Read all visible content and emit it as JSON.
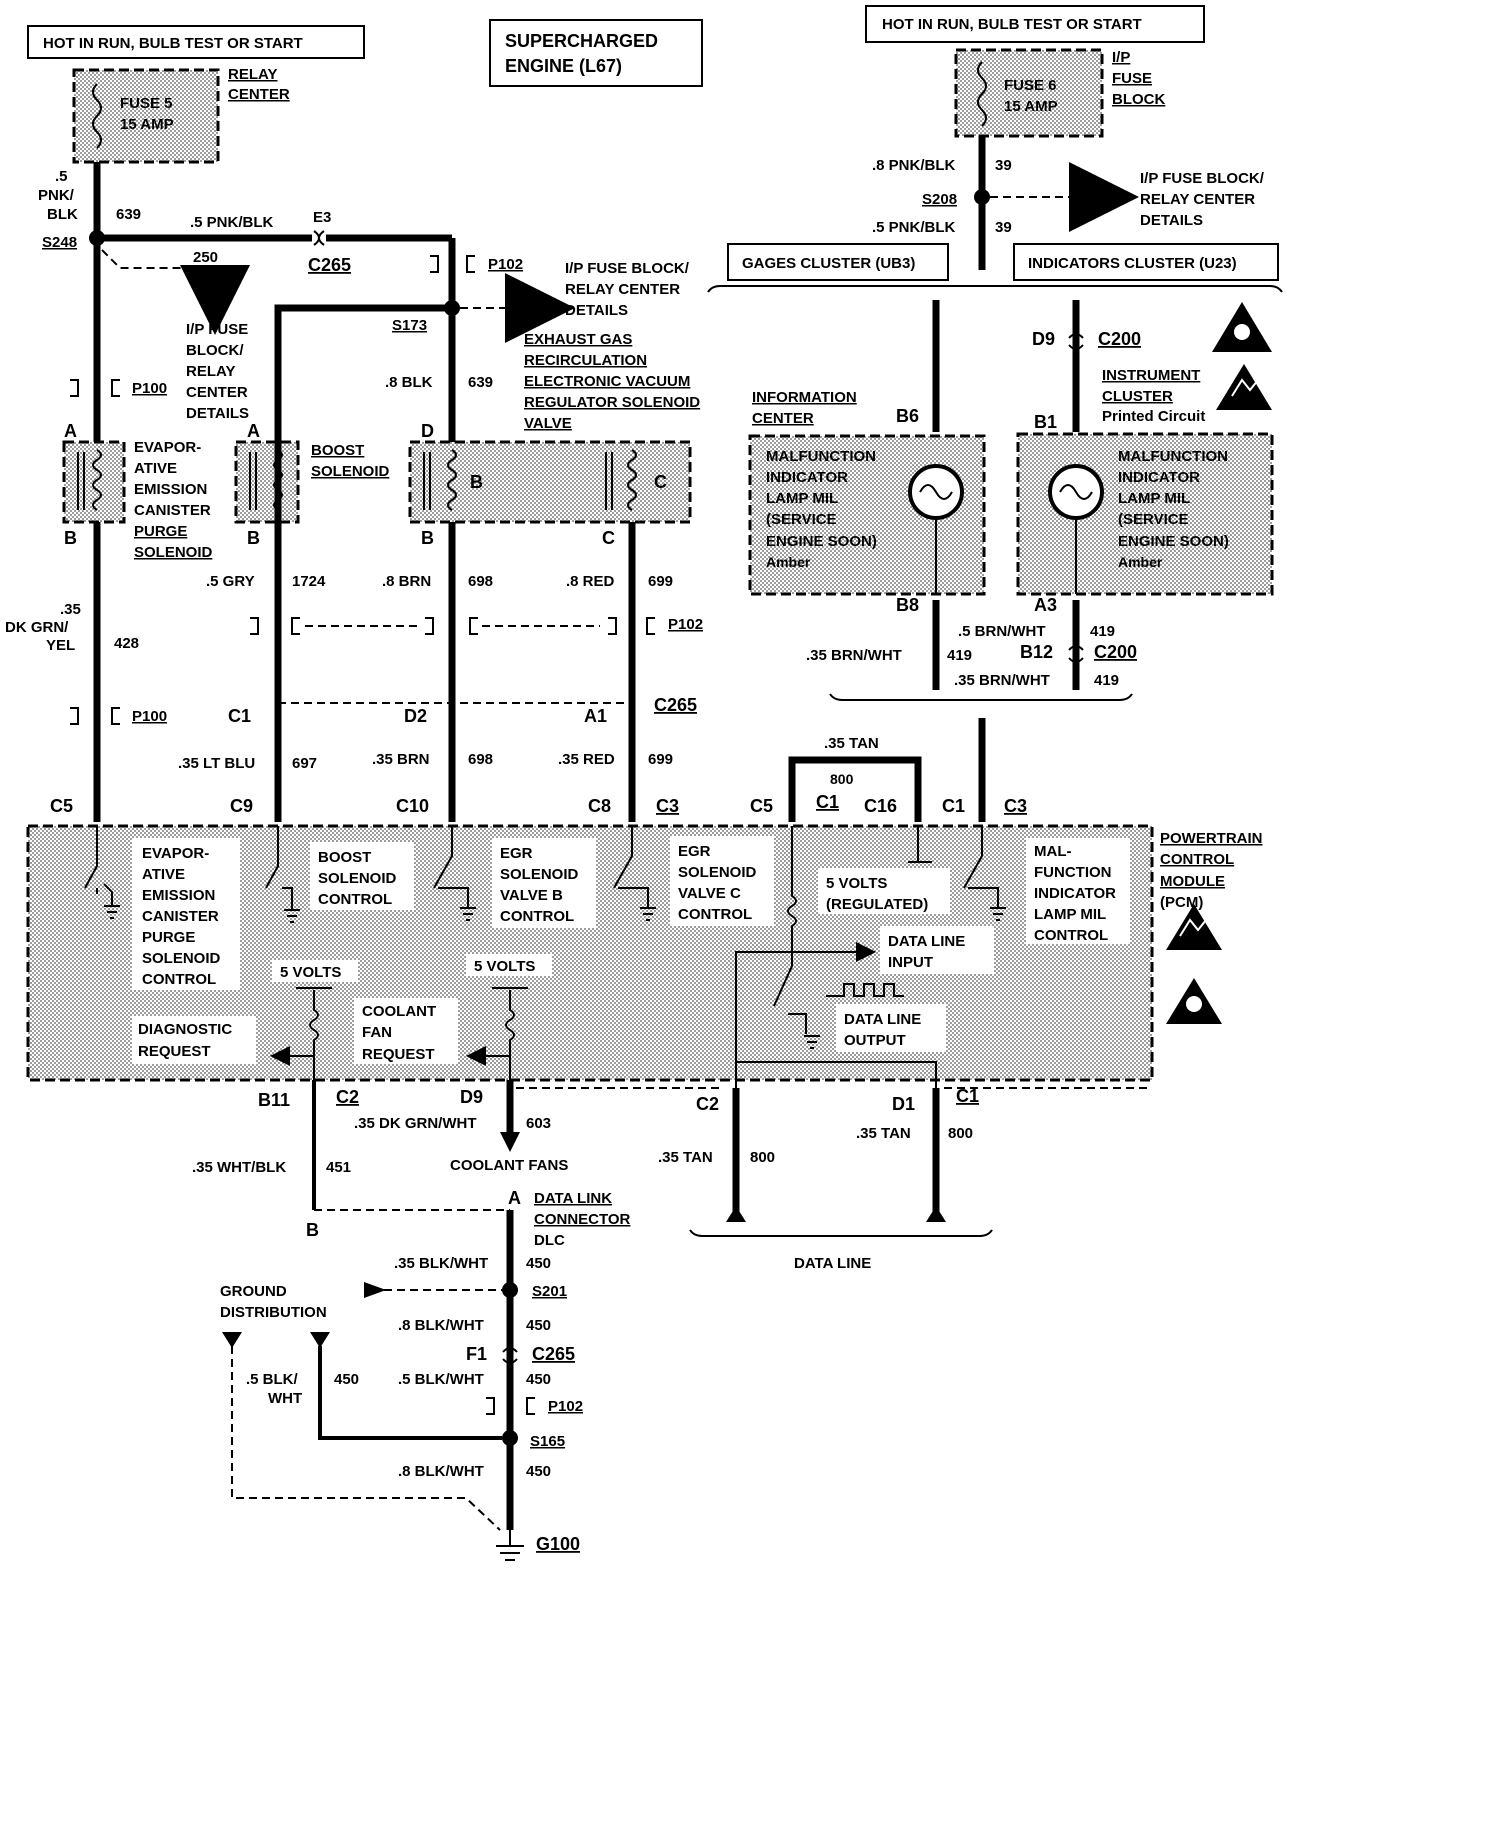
{
  "title": {
    "line1": "SUPERCHARGED",
    "line2": "ENGINE (L67)"
  },
  "left_supply": {
    "power": "HOT IN RUN, BULB TEST OR START",
    "fuse_line1": "FUSE 5",
    "fuse_line2": "15 AMP",
    "location_line1": "RELAY",
    "location_line2": "CENTER",
    "wire_color_line1": ".5",
    "wire_color_line2": "PNK/",
    "wire_color_line3": "BLK",
    "wire_circuit": "639",
    "splice": "S248"
  },
  "right_supply": {
    "power": "HOT IN RUN, BULB TEST OR START",
    "fuse_line1": "FUSE 6",
    "fuse_line2": "15 AMP",
    "location_line1": "I/P",
    "location_line2": "FUSE",
    "location_line3": "BLOCK",
    "wire_top": ".8 PNK/BLK",
    "wire_top_circuit": "39",
    "splice": "S208",
    "ref_line1": "I/P FUSE BLOCK/",
    "ref_line2": "RELAY CENTER",
    "ref_line3": "DETAILS",
    "wire_bottom": ".5 PNK/BLK",
    "wire_bottom_circuit": "39"
  },
  "top_harness": {
    "wire": ".5 PNK/BLK",
    "terminal": "E3",
    "connector": "C265",
    "branch_circuit": "250",
    "ref_line1": "I/P FUSE",
    "ref_line2": "BLOCK/",
    "ref_line3": "RELAY",
    "ref_line4": "CENTER",
    "ref_line5": "DETAILS",
    "p102": "P102",
    "p100": "P100",
    "splice_s173": "S173",
    "s173_ref_line1": "I/P FUSE BLOCK/",
    "s173_ref_line2": "RELAY CENTER",
    "s173_ref_line3": "DETAILS",
    "s173_wire": ".8 BLK",
    "s173_circuit": "639"
  },
  "egr_label": {
    "line1": "EXHAUST GAS",
    "line2": "RECIRCULATION",
    "line3": "ELECTRONIC VACUUM",
    "line4": "REGULATOR SOLENOID",
    "line5": "VALVE"
  },
  "evap_solenoid": {
    "line1": "EVAPOR-",
    "line2": "ATIVE",
    "line3": "EMISSION",
    "line4": "CANISTER",
    "line5": "PURGE",
    "line6": "SOLENOID",
    "pin_top": "A",
    "pin_bottom": "B"
  },
  "boost_solenoid": {
    "line1": "BOOST",
    "line2": "SOLENOID",
    "pin_top": "A",
    "pin_bottom": "B"
  },
  "egr_solenoid": {
    "pin_top": "D",
    "pin_b_bottom": "B",
    "pin_c_bottom": "C",
    "coil_b": "B",
    "coil_c": "C"
  },
  "gages_cluster": "GAGES CLUSTER (UB3)",
  "indicators_cluster": "INDICATORS CLUSTER (U23)",
  "info_center": {
    "title_line1": "INFORMATION",
    "title_line2": "CENTER",
    "pin_top": "B6",
    "pin_bottom": "B8",
    "lamp_line1": "MALFUNCTION",
    "lamp_line2": "INDICATOR",
    "lamp_line3": "LAMP MIL",
    "lamp_line4": "(SERVICE",
    "lamp_line5": "ENGINE SOON)",
    "lamp_line6": "Amber"
  },
  "instrument_cluster": {
    "pin_d9": "D9",
    "connector": "C200",
    "title_line1": "INSTRUMENT",
    "title_line2": "CLUSTER",
    "title_line3": "Printed Circuit",
    "pin_top": "B1",
    "pin_bottom": "A3",
    "lamp_line1": "MALFUNCTION",
    "lamp_line2": "INDICATOR",
    "lamp_line3": "LAMP MIL",
    "lamp_line4": "(SERVICE",
    "lamp_line5": "ENGINE SOON)",
    "lamp_line6": "Amber",
    "wire_a3": ".5 BRN/WHT",
    "circuit_a3": "419",
    "pin_b12": "B12",
    "connector_b12": "C200"
  },
  "mil_wires": {
    "info_wire": ".35 BRN/WHT",
    "info_circuit": "419",
    "ic_wire": ".35 BRN/WHT",
    "ic_circuit": "419"
  },
  "mid_wires": {
    "evap_wire_line1": ".35",
    "evap_wire_line2": "DK GRN/",
    "evap_wire_line3": "YEL",
    "evap_circuit": "428",
    "boost_wire": ".5 GRY",
    "boost_circuit": "1724",
    "egrb_wire": ".8 BRN",
    "egrb_circuit": "698",
    "egrc_wire": ".8 RED",
    "egrc_circuit": "699",
    "p102": "P102",
    "p100": "P100",
    "c1": "C1",
    "d2": "D2",
    "a1": "A1",
    "c265": "C265",
    "boost_low_wire": ".35 LT BLU",
    "boost_low_circuit": "697",
    "egrb_low_wire": ".35 BRN",
    "egrb_low_circuit": "698",
    "egrc_low_wire": ".35 RED",
    "egrc_low_circuit": "699",
    "tan_wire": ".35 TAN",
    "tan_circuit": "800"
  },
  "pcm_pins": {
    "c5": "C5",
    "c9": "C9",
    "c10": "C10",
    "c8": "C8",
    "c3": "C3",
    "c5b": "C5",
    "c1": "C1",
    "c16": "C16",
    "c1b": "C1",
    "c3b": "C3"
  },
  "pcm": {
    "title_line1": "POWERTRAIN",
    "title_line2": "CONTROL",
    "title_line3": "MODULE",
    "title_line4": "(PCM)",
    "evap_line1": "EVAPOR-",
    "evap_line2": "ATIVE",
    "evap_line3": "EMISSION",
    "evap_line4": "CANISTER",
    "evap_line5": "PURGE",
    "evap_line6": "SOLENOID",
    "evap_line7": "CONTROL",
    "boost_line1": "BOOST",
    "boost_line2": "SOLENOID",
    "boost_line3": "CONTROL",
    "egrb_line1": "EGR",
    "egrb_line2": "SOLENOID",
    "egrb_line3": "VALVE B",
    "egrb_line4": "CONTROL",
    "egrc_line1": "EGR",
    "egrc_line2": "SOLENOID",
    "egrc_line3": "VALVE C",
    "egrc_line4": "CONTROL",
    "reg_line1": "5 VOLTS",
    "reg_line2": "(REGULATED)",
    "mil_line1": "MAL-",
    "mil_line2": "FUNCTION",
    "mil_line3": "INDICATOR",
    "mil_line4": "LAMP MIL",
    "mil_line5": "CONTROL",
    "dli_line1": "DATA LINE",
    "dli_line2": "INPUT",
    "dlo_line1": "DATA LINE",
    "dlo_line2": "OUTPUT",
    "volts_a": "5 VOLTS",
    "volts_b": "5 VOLTS",
    "diag_line1": "DIAGNOSTIC",
    "diag_line2": "REQUEST",
    "fan_line1": "COOLANT",
    "fan_line2": "FAN",
    "fan_line3": "REQUEST"
  },
  "bottom": {
    "b11": "B11",
    "c2": "C2",
    "d9": "D9",
    "c2b": "C2",
    "d1": "D1",
    "c1": "C1",
    "dk_wire": ".35 DK GRN/WHT",
    "dk_circuit": "603",
    "coolant_fans": "COOLANT FANS",
    "wht_wire": ".35 WHT/BLK",
    "wht_circuit": "451",
    "pin_b": "B",
    "tan_wire_a": ".35 TAN",
    "tan_circuit_a": "800",
    "tan_wire_b": ".35 TAN",
    "tan_circuit_b": "800",
    "data_line": "DATA LINE",
    "dlc_pin": "A",
    "dlc_line1": "DATA  LINK",
    "dlc_line2": "CONNECTOR",
    "dlc_line3": "DLC",
    "w450_a": ".35 BLK/WHT",
    "c450_a": "450",
    "s201": "S201",
    "ground_line1": "GROUND",
    "ground_line2": "DISTRIBUTION",
    "w450_b": ".8 BLK/WHT",
    "c450_b": "450",
    "f1": "F1",
    "c265": "C265",
    "w450_c_line1": ".5 BLK/",
    "w450_c_line2": "WHT",
    "c450_c": "450",
    "w450_d": ".5 BLK/WHT",
    "c450_d": "450",
    "p102": "P102",
    "s165": "S165",
    "w450_e": ".8 BLK/WHT",
    "c450_e": "450",
    "g100": "G100"
  }
}
